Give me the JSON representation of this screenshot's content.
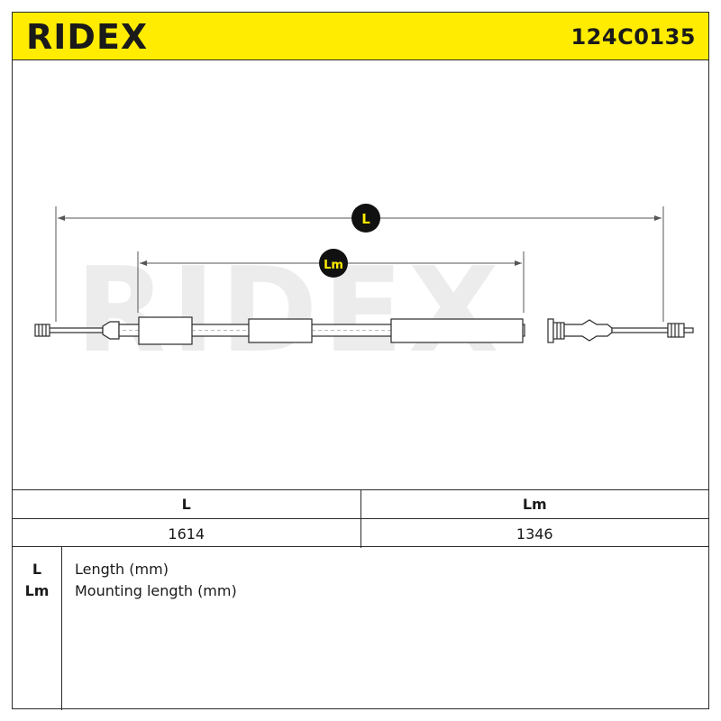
{
  "header": {
    "brand": "RIDEX",
    "part_number": "124C0135",
    "accent_color": "#ffec00"
  },
  "drawing": {
    "watermark": "RIDEX",
    "dimension_labels": [
      {
        "key": "L"
      },
      {
        "key": "Lm"
      }
    ]
  },
  "dimensions_table": {
    "columns": [
      "L",
      "Lm"
    ],
    "values": [
      "1614",
      "1346"
    ]
  },
  "legend": [
    {
      "key": "L",
      "description": "Length (mm)"
    },
    {
      "key": "Lm",
      "description": "Mounting length (mm)"
    }
  ]
}
